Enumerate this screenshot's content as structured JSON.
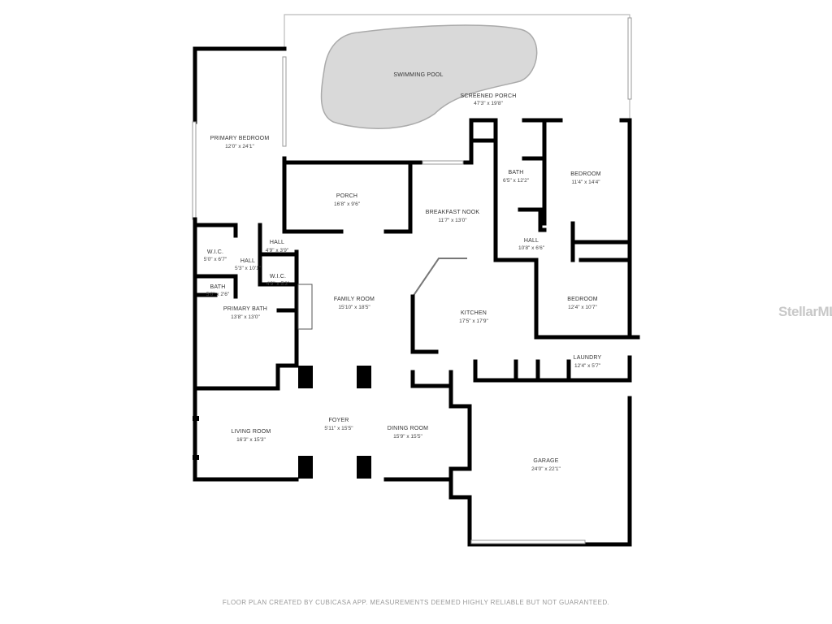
{
  "rooms": {
    "swimming_pool": {
      "name": "SWIMMING POOL"
    },
    "screened_porch": {
      "name": "SCREENED PORCH",
      "dim": "47'3\" x 19'8\""
    },
    "primary_bedroom": {
      "name": "PRIMARY BEDROOM",
      "dim": "12'0\" x 24'1\""
    },
    "porch": {
      "name": "PORCH",
      "dim": "16'8\" x 9'6\""
    },
    "breakfast_nook": {
      "name": "BREAKFAST NOOK",
      "dim": "11'7\" x 13'0\""
    },
    "bath_upper": {
      "name": "BATH",
      "dim": "6'5\" x 12'2\""
    },
    "bedroom_upper": {
      "name": "BEDROOM",
      "dim": "11'4\" x 14'4\""
    },
    "hall_right": {
      "name": "HALL",
      "dim": "10'8\" x 6'6\""
    },
    "wic_left": {
      "name": "W.I.C.",
      "dim": "5'0\" x 6'7\""
    },
    "hall_small": {
      "name": "HALL",
      "dim": "4'9\" x 3'9\""
    },
    "hall_long": {
      "name": "HALL",
      "dim": "5'3\" x 10'1\""
    },
    "wic_right": {
      "name": "W.I.C.",
      "dim": "4'9\" x 5'3\""
    },
    "bath_small": {
      "name": "BATH",
      "dim": "5'0\" x 2'6\""
    },
    "primary_bath": {
      "name": "PRIMARY BATH",
      "dim": "13'8\" x 13'0\""
    },
    "family_room": {
      "name": "FAMILY ROOM",
      "dim": "15'10\" x 18'5\""
    },
    "kitchen": {
      "name": "KITCHEN",
      "dim": "17'5\" x 17'9\""
    },
    "bedroom_lower": {
      "name": "BEDROOM",
      "dim": "12'4\" x 10'7\""
    },
    "laundry": {
      "name": "LAUNDRY",
      "dim": "12'4\" x 5'7\""
    },
    "living_room": {
      "name": "LIVING ROOM",
      "dim": "16'3\" x 15'3\""
    },
    "foyer": {
      "name": "FOYER",
      "dim": "5'11\" x 15'5\""
    },
    "dining_room": {
      "name": "DINING ROOM",
      "dim": "15'9\" x 15'5\""
    },
    "garage": {
      "name": "GARAGE",
      "dim": "24'0\" x 22'1\""
    }
  },
  "watermark": "StellarMLS",
  "footer": "FLOOR PLAN CREATED BY CUBICASA APP. MEASUREMENTS DEEMED HIGHLY RELIABLE BUT NOT GUARANTEED.",
  "colors": {
    "wall": "#000000",
    "pool": "#d9d9d9",
    "thin_line": "#bbbbbb"
  }
}
